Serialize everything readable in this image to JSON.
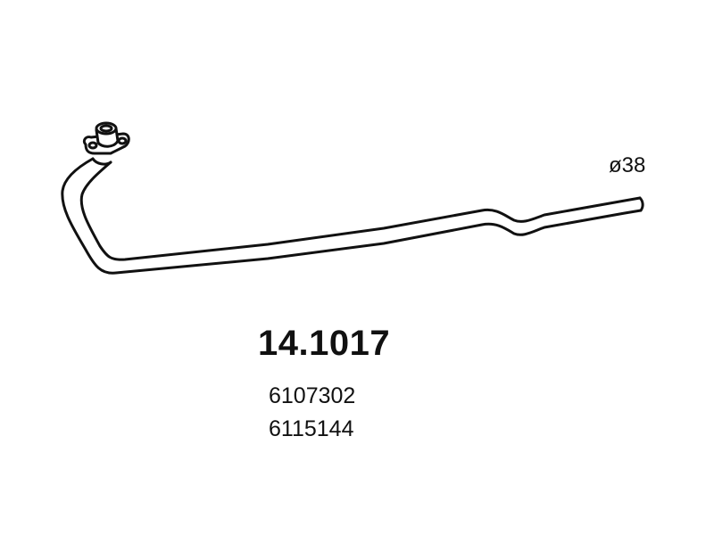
{
  "diagram": {
    "diameter_label": "ø38",
    "part_number": "14.1017",
    "reference_numbers": [
      "6107302",
      "6115144"
    ],
    "line_color": "#111111",
    "background_color": "#ffffff"
  }
}
